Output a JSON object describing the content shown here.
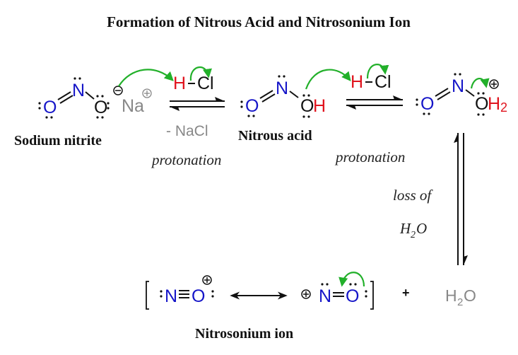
{
  "title": "Formation of Nitrous Acid and Nitrosonium Ion",
  "colors": {
    "oxygen_nitrogen": "#1515c8",
    "hydrogen": "#e0141e",
    "arrow_green": "#22b02a",
    "spectator_gray": "#888888"
  },
  "step1": {
    "reactant_label": "Sodium nitrite",
    "atoms": {
      "o1": "O",
      "n": "N",
      "o2": "O",
      "na": "Na",
      "minus": "−",
      "plus": "+"
    },
    "reagent": {
      "h": "H",
      "cl": "Cl"
    },
    "byproduct": "- NaCl",
    "condition": "protonation"
  },
  "step2": {
    "reactant_label": "Nitrous acid",
    "atoms": {
      "o1": "O",
      "n": "N",
      "o2": "O",
      "h": "H"
    },
    "reagent": {
      "h": "H",
      "cl": "Cl"
    },
    "condition": "protonation"
  },
  "step3": {
    "atoms": {
      "o1": "O",
      "n": "N",
      "o2": "O",
      "h2": "H",
      "sub2": "2",
      "plus": "+"
    },
    "condition_line1": "loss of",
    "condition_h": "H",
    "condition_sub": "2",
    "condition_o": "O"
  },
  "product": {
    "label": "Nitrosonium ion",
    "res1": {
      "n": "N",
      "o": "O",
      "plus": "+"
    },
    "res2": {
      "n": "N",
      "o": "O",
      "plus": "+"
    },
    "plus_sign": "+",
    "water": {
      "h": "H",
      "sub": "2",
      "o": "O"
    }
  }
}
